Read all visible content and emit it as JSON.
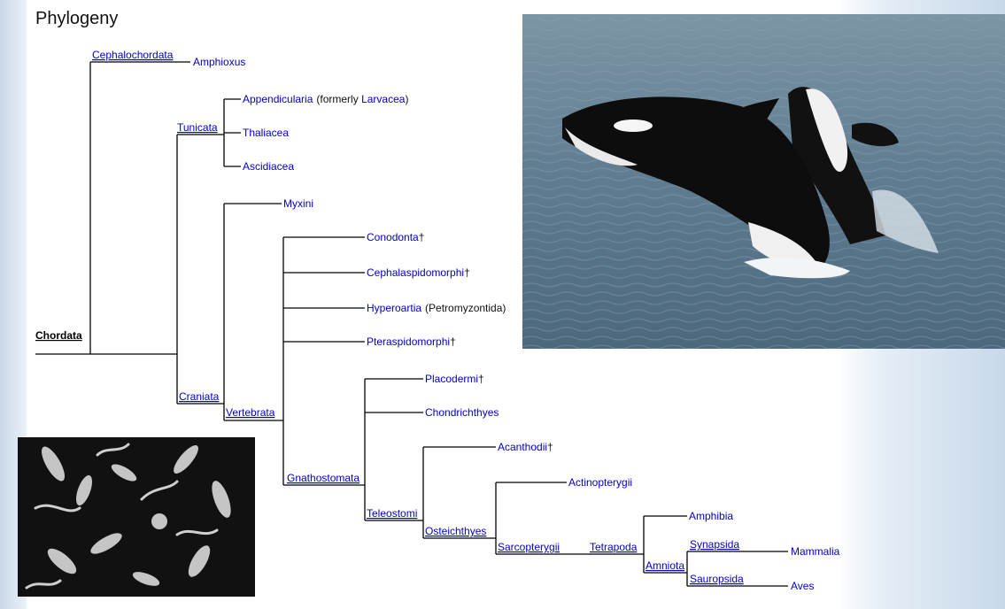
{
  "title": "Phylogeny",
  "tree": {
    "root": "Chordata",
    "cephalochordata": "Cephalochordata",
    "amphioxus": "Amphioxus",
    "tunicata": "Tunicata",
    "appendicularia": "Appendicularia",
    "formerly_prefix": "(formerly ",
    "larvacea": "Larvacea",
    "formerly_suffix": ")",
    "thaliacea": "Thaliacea",
    "ascidiacea": "Ascidiacea",
    "craniata": "Craniata",
    "myxini": "Myxini",
    "vertebrata": "Vertebrata",
    "conodonta": "Conodonta",
    "cephalaspidomorphi": "Cephalaspidomorphi",
    "hyperoartia": "Hyperoartia",
    "petromyzontida": "(Petromyzontida)",
    "pteraspidomorphi": "Pteraspidomorphi",
    "extinct_mark": "†",
    "gnathostomata": "Gnathostomata",
    "placodermi": "Placodermi",
    "chondrichthyes": "Chondrichthyes",
    "teleostomi": "Teleostomi",
    "acanthodii": "Acanthodii",
    "osteichthyes": "Osteichthyes",
    "actinopterygii": "Actinopterygii",
    "sarcopterygii": "Sarcopterygii",
    "tetrapoda": "Tetrapoda",
    "amphibia": "Amphibia",
    "amniota": "Amniota",
    "synapsida": "Synapsida",
    "mammalia": "Mammalia",
    "sauropsida": "Sauropsida",
    "aves": "Aves"
  },
  "colors": {
    "link": "#0000cc",
    "line": "#000000",
    "sea": "#5e7b8f"
  }
}
